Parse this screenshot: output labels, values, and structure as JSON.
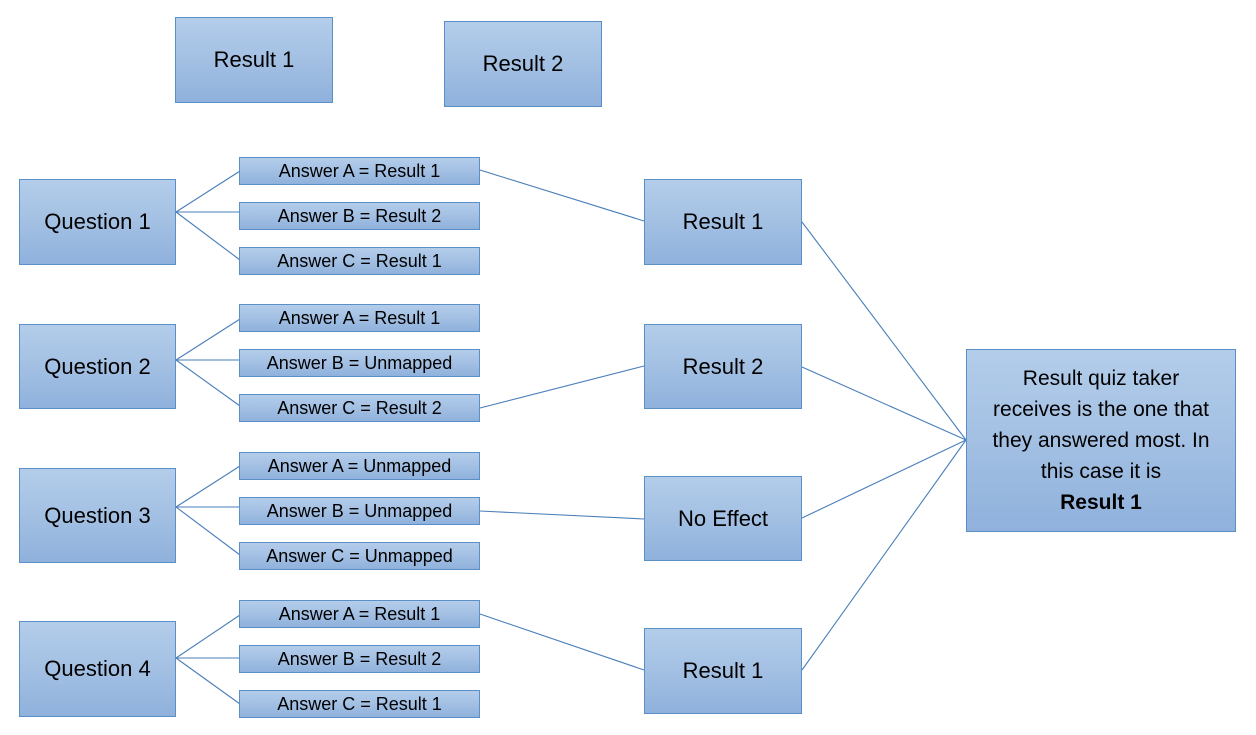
{
  "legend": {
    "result1": "Result 1",
    "result2": "Result 2"
  },
  "questions": [
    {
      "label": "Question 1",
      "answers": [
        "Answer A = Result 1",
        "Answer B = Result 2",
        "Answer C = Result 1"
      ]
    },
    {
      "label": "Question 2",
      "answers": [
        "Answer A = Result 1",
        "Answer B = Unmapped",
        "Answer C = Result 2"
      ]
    },
    {
      "label": "Question 3",
      "answers": [
        "Answer A = Unmapped",
        "Answer B = Unmapped",
        "Answer C = Unmapped"
      ]
    },
    {
      "label": "Question 4",
      "answers": [
        "Answer A = Result 1",
        "Answer B = Result 2",
        "Answer C = Result 1"
      ]
    }
  ],
  "outcomes": [
    "Result 1",
    "Result 2",
    "No Effect",
    "Result 1"
  ],
  "final": {
    "text": "Result quiz taker receives is the one that they answered most. In this case it is",
    "emphasis": "Result 1"
  },
  "colors": {
    "box_fill_top": "#b3cdea",
    "box_fill_bottom": "#8fb1dc",
    "box_border": "#5b8fc8",
    "connector": "#4a7ebb"
  }
}
